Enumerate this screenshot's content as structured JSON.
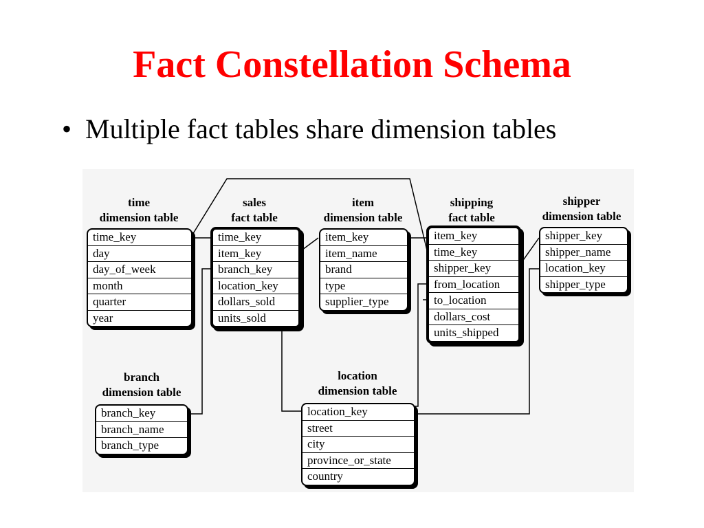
{
  "slide": {
    "title": "Fact Constellation Schema",
    "bullet_marker": "•",
    "bullet": "Multiple fact tables share dimension tables",
    "title_color": "#ff0000"
  },
  "diagram": {
    "tables": {
      "time": {
        "label_line1": "time",
        "label_line2": "dimension table",
        "fields": [
          "time_key",
          "day",
          "day_of_week",
          "month",
          "quarter",
          "year"
        ]
      },
      "sales": {
        "label_line1": "sales",
        "label_line2": "fact table",
        "fields": [
          "time_key",
          "item_key",
          "branch_key",
          "location_key",
          "dollars_sold",
          "units_sold"
        ]
      },
      "item": {
        "label_line1": "item",
        "label_line2": "dimension table",
        "fields": [
          "item_key",
          "item_name",
          "brand",
          "type",
          "supplier_type"
        ]
      },
      "shipping": {
        "label_line1": "shipping",
        "label_line2": "fact table",
        "fields": [
          "item_key",
          "time_key",
          "shipper_key",
          "from_location",
          "to_location",
          "dollars_cost",
          "units_shipped"
        ]
      },
      "shipper": {
        "label_line1": "shipper",
        "label_line2": "dimension table",
        "fields": [
          "shipper_key",
          "shipper_name",
          "location_key",
          "shipper_type"
        ]
      },
      "branch": {
        "label_line1": "branch",
        "label_line2": "dimension table",
        "fields": [
          "branch_key",
          "branch_name",
          "branch_type"
        ]
      },
      "location": {
        "label_line1": "location",
        "label_line2": "dimension table",
        "fields": [
          "location_key",
          "street",
          "city",
          "province_or_state",
          "country"
        ]
      }
    }
  }
}
